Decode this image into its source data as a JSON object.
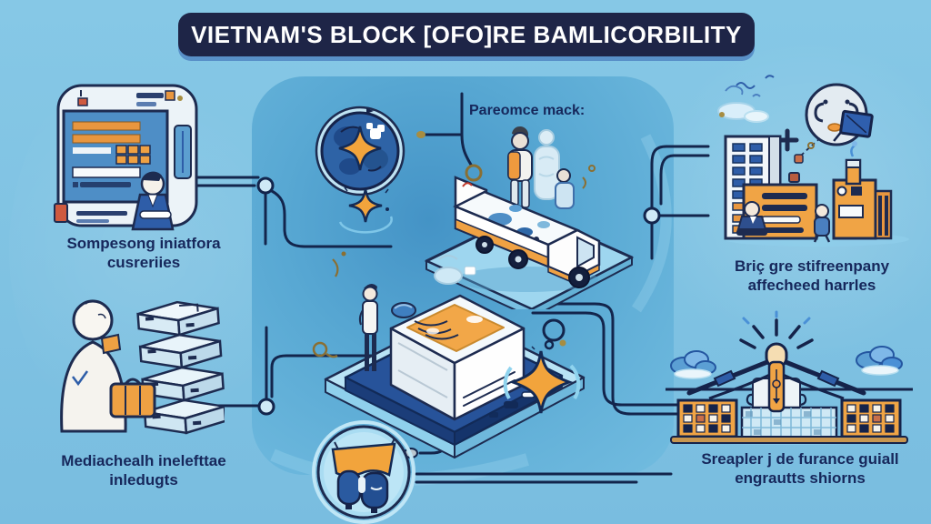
{
  "title": "VIETNAM'S BLOCK [OFO]RE BAMLICORBILITY",
  "labels": {
    "top_left": {
      "line1": "Sompesong iniatfora",
      "line2": "cusreriies"
    },
    "bottom_left": {
      "line1": "Mediachealh inelefttae",
      "line2": "inledugts"
    },
    "center_top": "Pareomce mack:",
    "right": {
      "line1": "Briç gre stifreenpany",
      "line2": "affecheed harrles"
    },
    "bottom_right": {
      "line1": "Sreapler j de furance guiall",
      "line2": "engrautts shiorns"
    }
  },
  "icons": {
    "kiosk": "kiosk-screen-illustration",
    "courier": "courier-with-servers-illustration",
    "badge": "globe-sparkle-badge-icon",
    "sparkle_small": "sparkle-icon",
    "truck": "flatbed-truck-illustration",
    "printer": "printing-machine-illustration",
    "sparkle_large": "sparkle-icon",
    "flag_circle": "team-flag-badge-icon",
    "city": "city-buildings-illustration",
    "partnership_circle": "partnership-badge-icon",
    "beacon": "beacon-bridge-illustration",
    "connectors": "flowchart-connector-lines"
  },
  "colors": {
    "background": "#82c4e3",
    "panel": "#58a8d3",
    "banner_bg": "#1e2547",
    "banner_text": "#ffffff",
    "label_text": "#16275b",
    "line": "#13254c",
    "orange": "#f0a245",
    "blue_mid": "#2e63a6",
    "blue_light": "#a9dcf2",
    "white": "#f6fafc",
    "gold": "#8a6f33"
  }
}
